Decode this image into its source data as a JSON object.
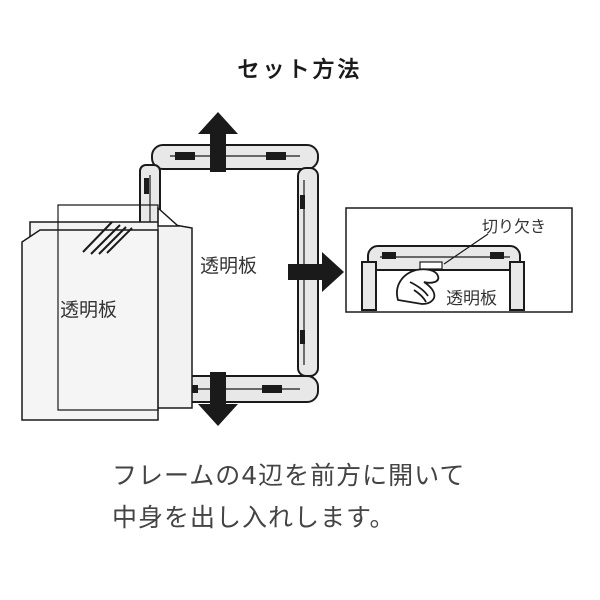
{
  "title": "セット方法",
  "labels": {
    "sheet_front": "透明板",
    "sheet_in_frame": "透明板",
    "inset_notch": "切り欠き",
    "inset_sheet": "透明板"
  },
  "caption": {
    "line1": "フレームの4辺を前方に開いて",
    "line2": "中身を出し入れします。"
  },
  "colors": {
    "ink": "#1a1a1a",
    "frame_fill": "#e6e6e6",
    "text_gray": "#444444"
  },
  "icons": [
    "up-down-arrow-icon",
    "right-arrow-icon",
    "hand-icon"
  ]
}
